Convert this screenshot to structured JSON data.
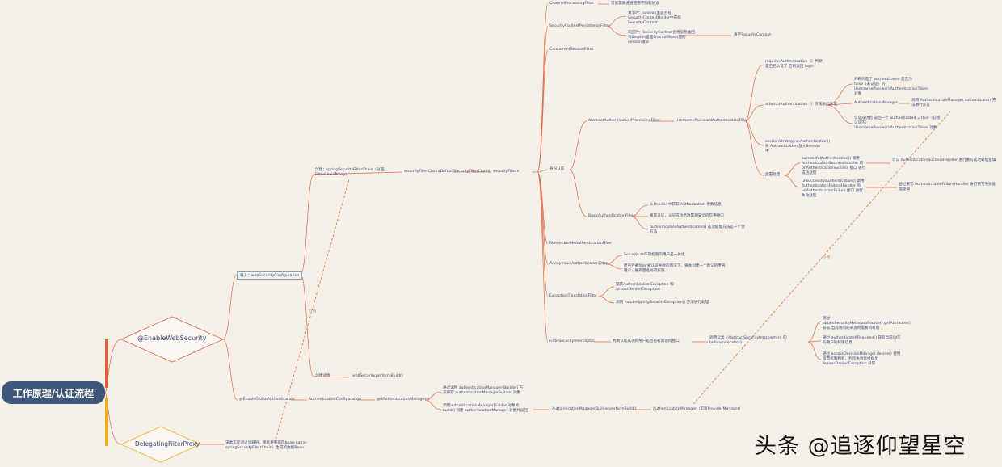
{
  "root": "工作原理/认证流程",
  "enable_security": "@EnableWebSecurity",
  "delegating_proxy": "DelegatingFilterProxy",
  "import_label": "导入：webSecurityConfiguration",
  "create_bean": "创建：springSecurityFilterChain（返回FilterChainProxy）",
  "create_details": "创建详情",
  "web_security_build": "webSecurity.performBuild()",
  "global_auth": "@EnableGlobalAuthentication",
  "auth_config": "AuthenticationConfiguration",
  "get_auth_manager": "getAuthenticationManager()",
  "build_note_1": "通过调用 authenticationManager(Builder) 方法获取 authenticationManagerBuilder 对象",
  "build_note_2": "调用authenticationManagerBuilder 对象的 build() 创建 authenticationManager 对象并返回",
  "auth_manager_builder_build": "AuthenticationManagerBuilder.performBuild()",
  "auth_manager_provider": "AuthenticationManager（实现ProviderManager）",
  "delegating_note": "该类实际对过滤器链，带此并获取得bean-name: springSecurityFilterChain）生成的数据Bean",
  "security_filter_chain": "securityFilterChain(DefaultSecurityFilterChain)",
  "security_filters": "securityFilters",
  "identity_auth": "身份认证",
  "channel_filter": "ChannelProcessingFilter",
  "channel_note": "可能需要通道使用不同的协议",
  "scpf": "SecurityContextPersistenceFilter",
  "scpf_note_1": "请求时：session里是否有SecurityContextHolder中获取SecurityContext",
  "scpf_note_2": "响应时：SecurityContext也将信息推回到Session里面SharedObject里的session请求",
  "scpf_note_3": "清空SecurityContext",
  "concurrent_filter": "ConcurrentSessionFilter",
  "aapf": "AbstractAuthenticationProcessingFilter",
  "upaf": "UsernamePasswordAuthenticationFilter",
  "requires_auth": "requiresAuthentication（）判断 是否已认证了 否则返回 login",
  "attempt_auth": "attemptAuthentication（）方法进行认证",
  "attempt_note_1": "判断的是了 authenticated 是否为 false（未认证）的UsernamePasswordAuthenticationToken 对象",
  "auth_manager": "AuthenticationManager",
  "auth_manager_note": "调用 AuthenticationManager.authenticate() 方法进行认证",
  "attempt_note_2": "认证成功后 返回一个 authenticated = true（已经认证的）UsernamePasswordAuthenticationToken 对象",
  "session_strategy": "sessionStrategy.onAuthentication() 将 Authentication 放入Session中",
  "post_process": "后置处理",
  "success_auth": "successfulAuthentication() 调用 AuthenticationSuccessHandler 的 onAuthenticationSuccess 接口 进行成功处理",
  "success_note": "可以 AuthenticationSuccessHandler 进行重写成功处理逻辑",
  "unsuccess_auth": "unsuccessfulAuthentication() 调用 AuthenticationFailureHandler 的 onAuthenticationFailure 接口 进行失败处理",
  "fail_note": "通过重写 AuthenticationFailureHandler 进行重写失败处理逻辑",
  "basic_filter": "BasicAuthenticationFilter",
  "basic_note_1": "从Header 中获取 Authorization 参数信息",
  "basic_note_2": "将其认证，认证成功后放置到安全的应用接口",
  "basic_note_3": "authenticateIsAuthentication() 成功处理方法是一个空方法",
  "remember_filter": "RememberMeAuthenticationFilter",
  "anonymous_filter": "AnonymousAuthenticationFilter",
  "anon_note_1": "Security 中不同权限的用户是一体化",
  "anon_note_2": "匿名拦截filter被认证失败的情况下，将会创建一个默认的匿名用户，拥有匿名访问权限",
  "exception_filter": "ExceptionTranslationFilter",
  "exc_note_1": "捕获AuthenticationException 和 AccessDeniedException",
  "exc_note_2": "调用 handleSpringSecurityException() 方法进行处理",
  "fsi": "FilterSecurityInterceptor",
  "fsi_note": "判断认证成功的用户是否有权限访问接口",
  "fsi_call": "调用父类（AbstractSecurityInterceptor）的 beforeInvocation()",
  "fsi_note_1": "通过 obtainSecurityMetadataSource().getAttributes() 获取 当前访问的资源所需要的权限",
  "fsi_note_2": "通过 authenticateIfRequired() 获取当前访问的用户的权限信息",
  "fsi_note_3": "通过 accessDecisionManager.decide() 使用 投票机制判权，判权失败直接抛出 AccessDeniedException 异常",
  "link_label": "引用",
  "watermark": "头条 @追逐仰望星空"
}
